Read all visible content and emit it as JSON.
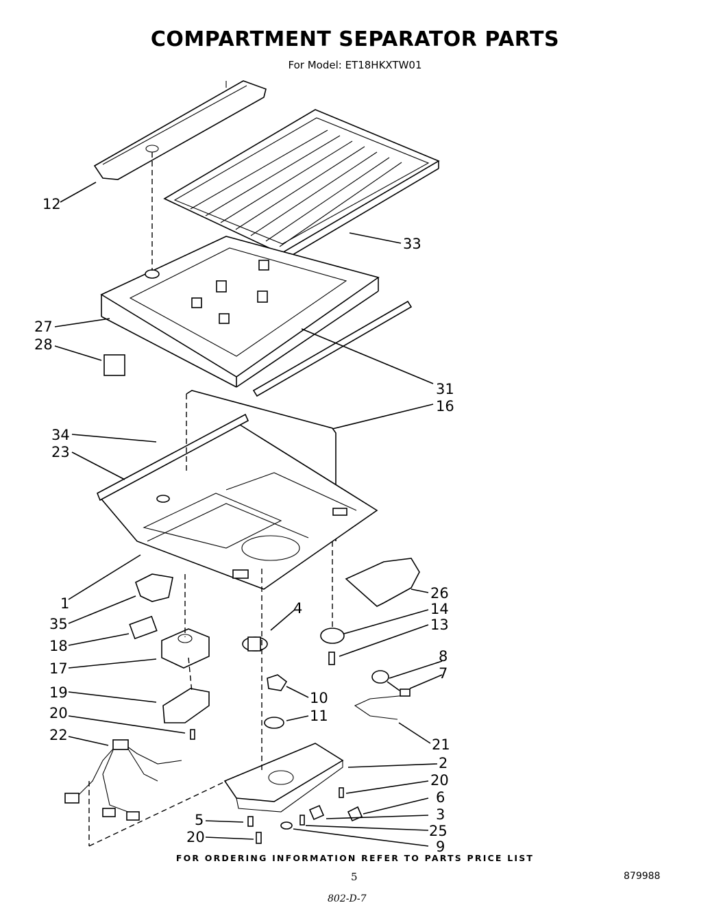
{
  "title": "COMPARTMENT SEPARATOR PARTS",
  "subtitle": "For Model: ET18HKXTW01",
  "callouts": {
    "c12": "12",
    "c33": "33",
    "c27": "27",
    "c28": "28",
    "c31": "31",
    "c16": "16",
    "c34": "34",
    "c23": "23",
    "c1": "1",
    "c26": "26",
    "c35": "35",
    "c4": "4",
    "c14": "14",
    "c13": "13",
    "c18": "18",
    "c17": "17",
    "c8": "8",
    "c7": "7",
    "c19": "19",
    "c10": "10",
    "c11": "11",
    "c20a": "20",
    "c22": "22",
    "c21": "21",
    "c2": "2",
    "c20b": "20",
    "c6": "6",
    "c5": "5",
    "c3": "3",
    "c25": "25",
    "c20c": "20",
    "c9": "9"
  },
  "footer": "FOR ORDERING INFORMATION REFER TO PARTS PRICE LIST",
  "page_number": "5",
  "doc_number": "879988",
  "handwritten_note": "802-D-7"
}
